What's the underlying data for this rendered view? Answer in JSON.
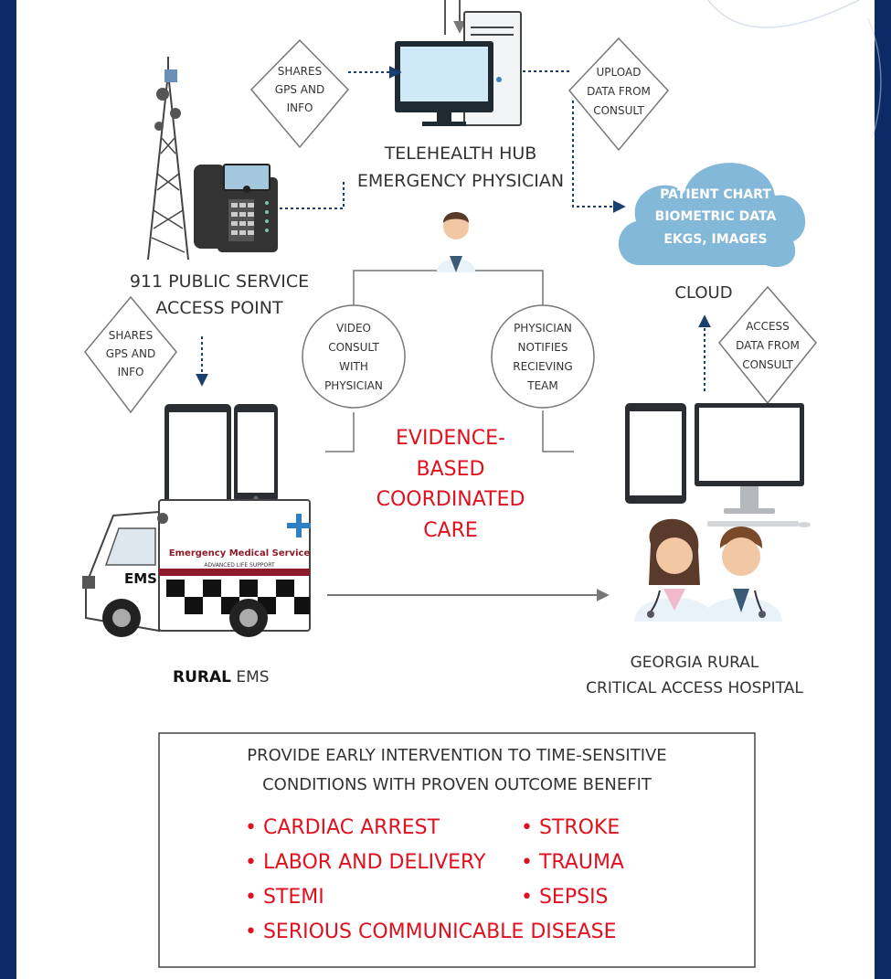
{
  "diagram": {
    "hub": {
      "line1": "TELEHEALTH HUB",
      "line2": "EMERGENCY PHYSICIAN"
    },
    "psap": {
      "line1": "911 PUBLIC SERVICE",
      "line2": "ACCESS POINT"
    },
    "cloud": {
      "lines": [
        "PATIENT CHART",
        "BIOMETRIC DATA",
        "EKGS, IMAGES"
      ],
      "label": "CLOUD"
    },
    "diamonds": {
      "shares_top": [
        "SHARES",
        "GPS AND",
        "INFO"
      ],
      "upload": [
        "UPLOAD",
        "DATA FROM",
        "CONSULT"
      ],
      "shares_left": [
        "SHARES",
        "GPS AND",
        "INFO"
      ],
      "access": [
        "ACCESS",
        "DATA FROM",
        "CONSULT"
      ]
    },
    "circles": {
      "video": [
        "VIDEO",
        "CONSULT",
        "WITH",
        "PHYSICIAN"
      ],
      "notify": [
        "PHYSICIAN",
        "NOTIFIES",
        "RECIEVING",
        "TEAM"
      ]
    },
    "center": [
      "EVIDENCE-",
      "BASED",
      "COORDINATED",
      "CARE"
    ],
    "ambulance": {
      "title": "Emergency Medical Service",
      "subtitle": "ADVANCED LIFE SUPPORT",
      "badge": "EMS"
    },
    "rural_ems": {
      "bold": "RURAL",
      "rest": " EMS"
    },
    "hospital": {
      "line1": "GEORGIA RURAL",
      "line2": "CRITICAL ACCESS HOSPITAL"
    }
  },
  "box": {
    "heading": [
      "PROVIDE EARLY INTERVENTION TO TIME-SENSITIVE",
      "CONDITIONS WITH PROVEN OUTCOME BENEFIT"
    ],
    "items": [
      "• CARDIAC ARREST",
      "• STROKE",
      "• LABOR AND DELIVERY",
      "• TRAUMA",
      "• STEMI",
      "• SEPSIS",
      "• SERIOUS COMMUNICABLE DISEASE"
    ]
  },
  "colors": {
    "background": "#0c2a66",
    "accent_red": "#e0111f",
    "dotted_arrow": "#1b3f6e",
    "cloud": "#84b8d8"
  }
}
